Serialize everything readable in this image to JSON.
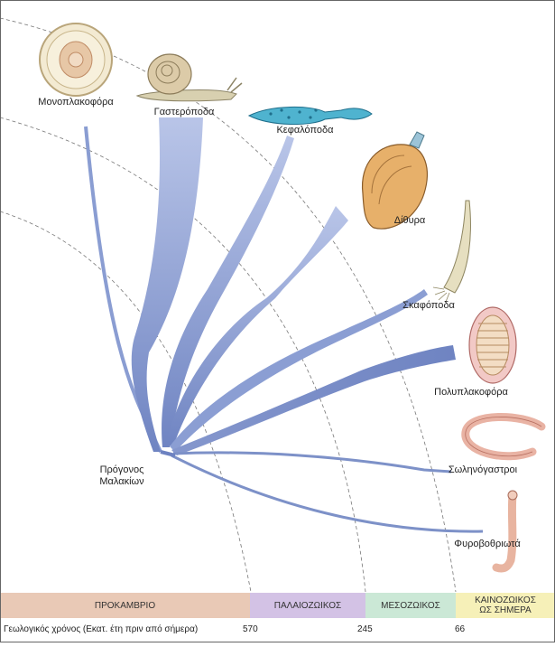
{
  "taxa": {
    "monoplacophora": "Μονοπλακοφόρα",
    "gastropoda": "Γαστερόποδα",
    "cephalopoda": "Κεφαλόποδα",
    "bivalvia": "Δίθυρα",
    "scaphopoda": "Σκαφόποδα",
    "polyplacophora": "Πολυπλακοφόρα",
    "solenogastres": "Σωληνόγαστροι",
    "caudofoveata": "Φυροβοθριωτά"
  },
  "ancestor": {
    "line1": "Πρόγονος",
    "line2": "Μαλακίων"
  },
  "eras": {
    "precambrian": "ΠΡΟΚΑΜΒΡΙΟ",
    "paleozoic": "ΠΑΛΑΙΟΖΩΙΚΟΣ",
    "mesozoic": "ΜΕΣΟΖΩΙΚΟΣ",
    "cenozoic_line1": "ΚΑΙΝΟΖΩΙΚΟΣ",
    "cenozoic_line2": "ΩΣ ΣΗΜΕΡΑ"
  },
  "timescale": {
    "label": "Γεωλογικός χρόνος (Εκατ. έτη πριν από σήμερα)",
    "t570": "570",
    "t245": "245",
    "t66": "66"
  },
  "colors": {
    "branch": "#7f93cc",
    "branch_light": "#b7c3e6",
    "precambrian": "#e9c9b6",
    "paleozoic": "#d3c2e5",
    "mesozoic": "#cbe8d6",
    "cenozoic": "#f6f0b8"
  }
}
